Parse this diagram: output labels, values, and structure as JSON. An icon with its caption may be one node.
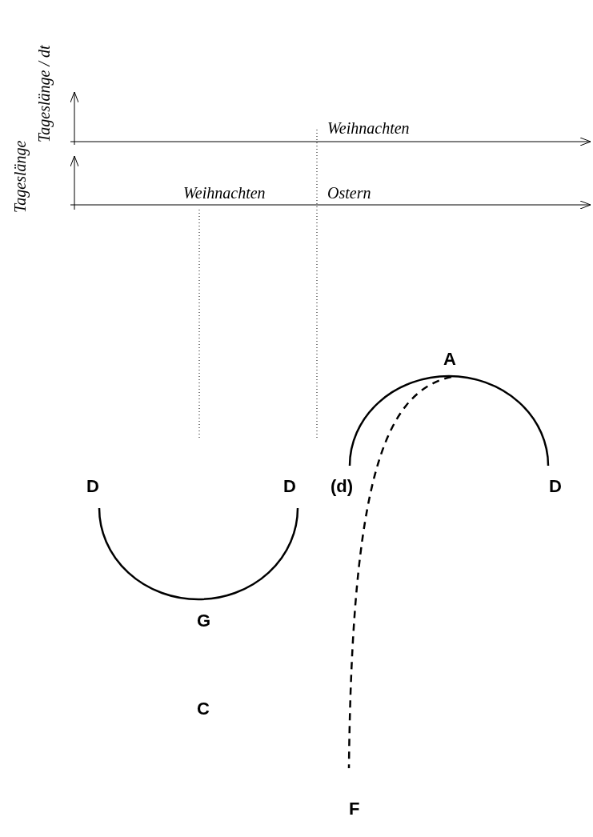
{
  "diagram": {
    "labels": [
      "Tageslänge / dt",
      "Tageslänge",
      "Weihnachten",
      "Weihnachten",
      "Ostern",
      "A",
      "D",
      "D",
      "(d)",
      "D",
      "G",
      "C",
      "F"
    ]
  }
}
